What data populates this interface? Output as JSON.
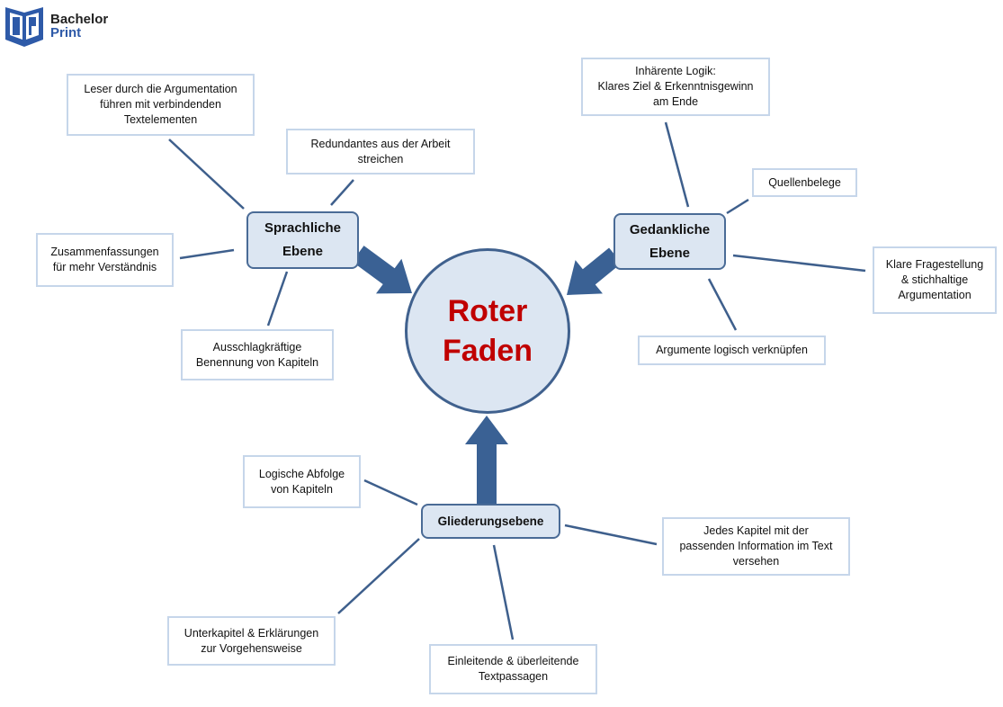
{
  "logo": {
    "line1": "Bachelor",
    "line2": "Print"
  },
  "center": {
    "label": "Roter\nFaden"
  },
  "colors": {
    "accent": "#3a6194",
    "title": "#c00000",
    "hub_fill": "#dce6f2"
  },
  "hubs": [
    {
      "label": "Sprachliche\nEbene"
    },
    {
      "label": "Gedankliche\nEbene"
    },
    {
      "label": "Gliederungsebene"
    }
  ],
  "leaves": [
    {
      "label": "Leser durch die Argumentation\nführen mit  verbindenden\nTextelementen"
    },
    {
      "label": "Redundantes aus der Arbeit\nstreichen"
    },
    {
      "label": "Zusammenfassungen\nfür mehr Verständnis"
    },
    {
      "label": "Ausschlagkräftige\nBenennung von Kapiteln"
    },
    {
      "label": "Inhärente Logik:\nKlares Ziel & Erkenntnisgewinn\nam Ende"
    },
    {
      "label": "Quellenbelege"
    },
    {
      "label": "Klare Fragestellung\n& stichhaltige\nArgumentation"
    },
    {
      "label": "Argumente logisch verknüpfen"
    },
    {
      "label": "Logische Abfolge\nvon Kapiteln"
    },
    {
      "label": "Jedes Kapitel mit der\npassenden Information im Text\nversehen"
    },
    {
      "label": "Unterkapitel & Erklärungen\nzur Vorgehensweise"
    },
    {
      "label": "Einleitende & überleitende\nTextpassagen"
    }
  ]
}
